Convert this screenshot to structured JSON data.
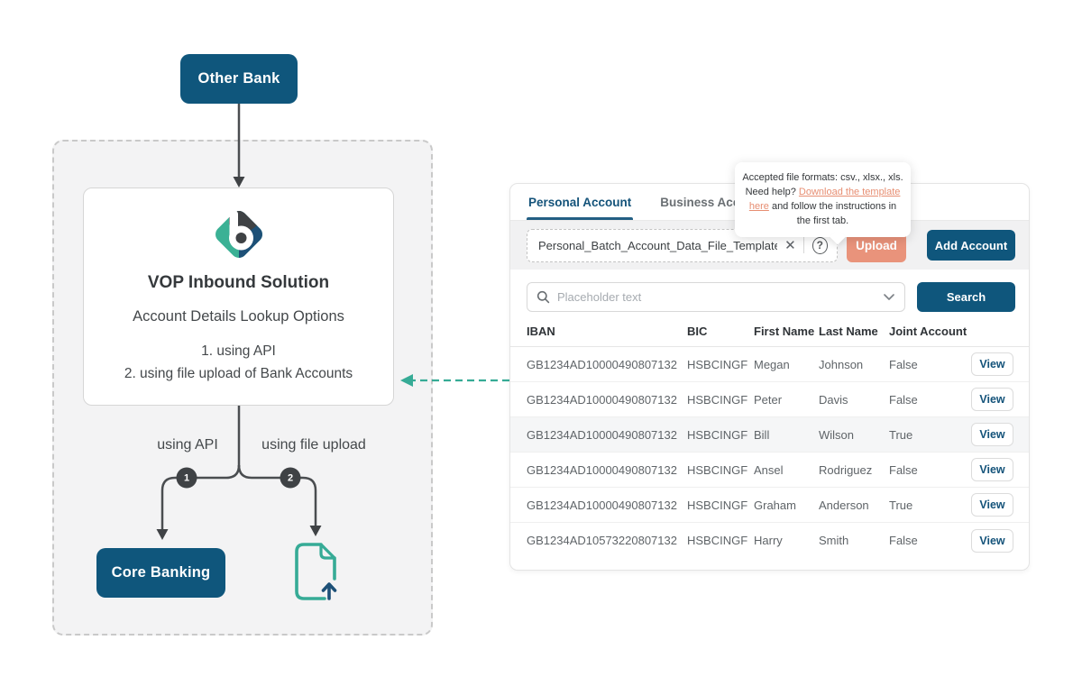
{
  "palette": {
    "navy": "#0F567C",
    "teal": "#3BB195",
    "salmon": "#E9937B",
    "link_salmon": "#E78E72",
    "charcoal": "#3F4245"
  },
  "diagram": {
    "other_bank": "Other Bank",
    "solution_title": "VOP Inbound Solution",
    "solution_subtitle": "Account Details Lookup Options",
    "solution_option_1": "1. using API",
    "solution_option_2": "2. using file upload of Bank Accounts",
    "branch_api_label": "using API",
    "branch_api_number": "1",
    "branch_file_label": "using file upload",
    "branch_file_number": "2",
    "core_banking": "Core Banking"
  },
  "app": {
    "tabs": {
      "personal": "Personal Account",
      "business": "Business Account"
    },
    "uploader": {
      "filename": "Personal_Batch_Account_Data_File_Template.csv",
      "clear_icon": "✕",
      "help_icon": "?",
      "upload_button": "Upload",
      "add_account_button": "Add Account"
    },
    "tooltip": {
      "text_before": "Accepted file formats: csv., xlsx., xls. Need help? ",
      "link": "Download the template here",
      "text_after": " and follow the instructions in the first tab."
    },
    "search": {
      "placeholder": "Placeholder text",
      "button": "Search"
    },
    "table": {
      "headers": {
        "iban": "IBAN",
        "bic": "BIC",
        "first": "First Name",
        "last": "Last Name",
        "joint": "Joint Account"
      },
      "view_button": "View",
      "rows": [
        {
          "iban": "GB1234AD10000490807132",
          "bic": "HSBCINGF",
          "first": "Megan",
          "last": "Johnson",
          "joint": "False"
        },
        {
          "iban": "GB1234AD10000490807132",
          "bic": "HSBCINGF",
          "first": "Peter",
          "last": "Davis",
          "joint": "False"
        },
        {
          "iban": "GB1234AD10000490807132",
          "bic": "HSBCINGF",
          "first": "Bill",
          "last": "Wilson",
          "joint": "True"
        },
        {
          "iban": "GB1234AD10000490807132",
          "bic": "HSBCINGF",
          "first": "Ansel",
          "last": "Rodriguez",
          "joint": "False"
        },
        {
          "iban": "GB1234AD10000490807132",
          "bic": "HSBCINGF",
          "first": "Graham",
          "last": "Anderson",
          "joint": "True"
        },
        {
          "iban": "GB1234AD10573220807132",
          "bic": "HSBCINGF",
          "first": "Harry",
          "last": "Smith",
          "joint": "False"
        }
      ]
    }
  }
}
